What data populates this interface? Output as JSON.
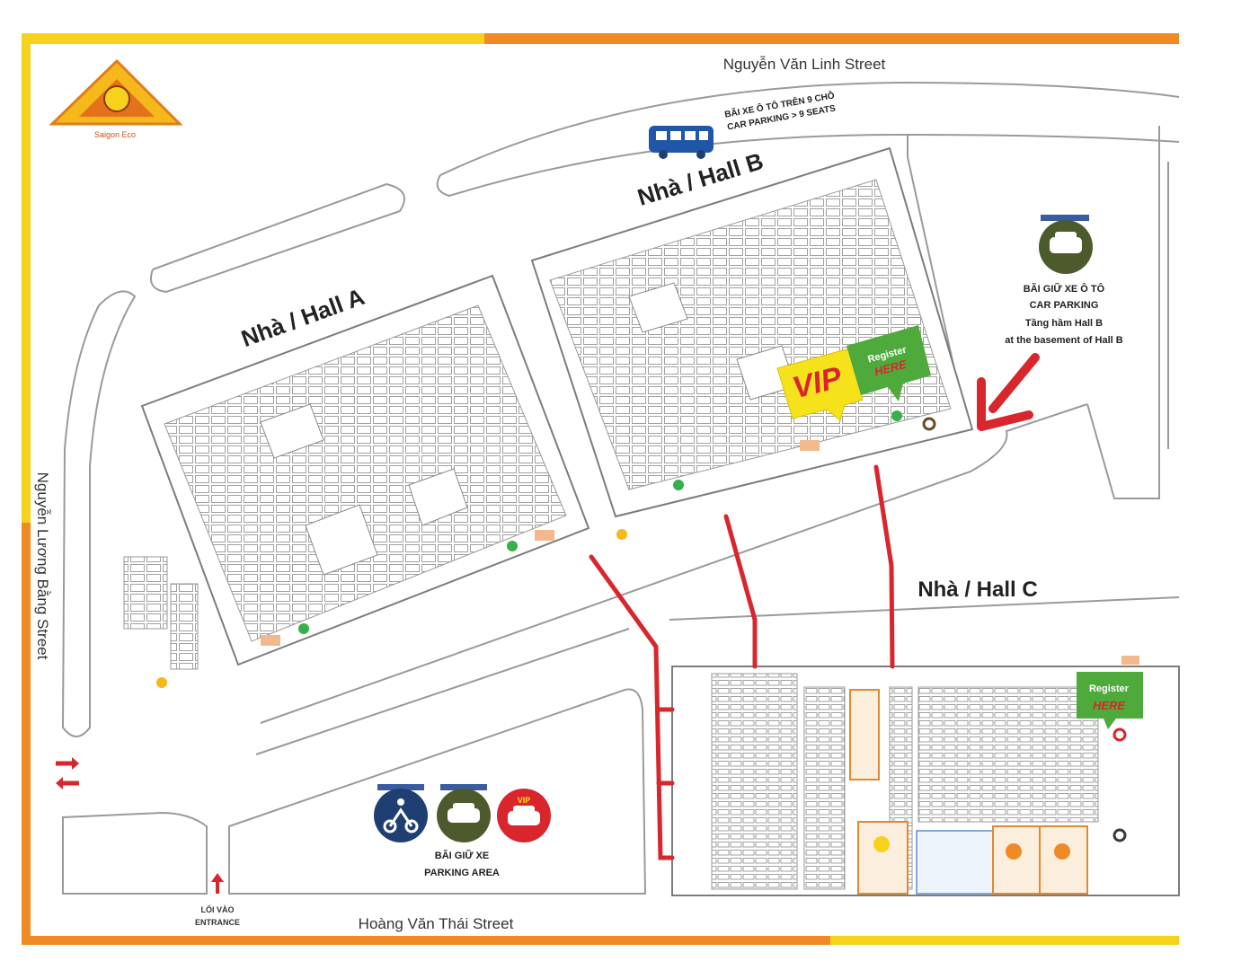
{
  "streets": {
    "top": "Nguyễn Văn Linh Street",
    "left": "Nguyễn Lương Bằng Street",
    "bottom": "Hoàng Văn Thái Street"
  },
  "logo": {
    "text": "Saigon Eco"
  },
  "halls": {
    "a": "Nhà / Hall A",
    "b": "Nhà / Hall B",
    "c": "Nhà / Hall C"
  },
  "bus_parking": {
    "line1": "BÃI XE Ô TÔ TRÊN 9 CHỖ",
    "line2": "CAR PARKING > 9 SEATS"
  },
  "car_parking": {
    "line1": "BÃI GIỮ XE Ô TÔ",
    "line2": "CAR PARKING",
    "line3": "Tầng hầm Hall B",
    "line4": "at the basement of Hall B"
  },
  "parking_area": {
    "line1": "BÃI GIỮ XE",
    "line2": "PARKING AREA",
    "vip_badge": "VIP"
  },
  "vip_sign": "VIP",
  "register": {
    "line1": "Register",
    "line2": "HERE"
  },
  "entrance": {
    "line1": "LỐI VÀO",
    "line2": "ENTRANCE"
  },
  "colors": {
    "frame_yellow": "#f6d21c",
    "frame_orange": "#f08a24",
    "route_red": "#d8262c",
    "register_green": "#4faa3c",
    "vip_yellow": "#f6e21a",
    "parking_navy": "#1f3f73",
    "parking_olive": "#4d5b2c"
  }
}
